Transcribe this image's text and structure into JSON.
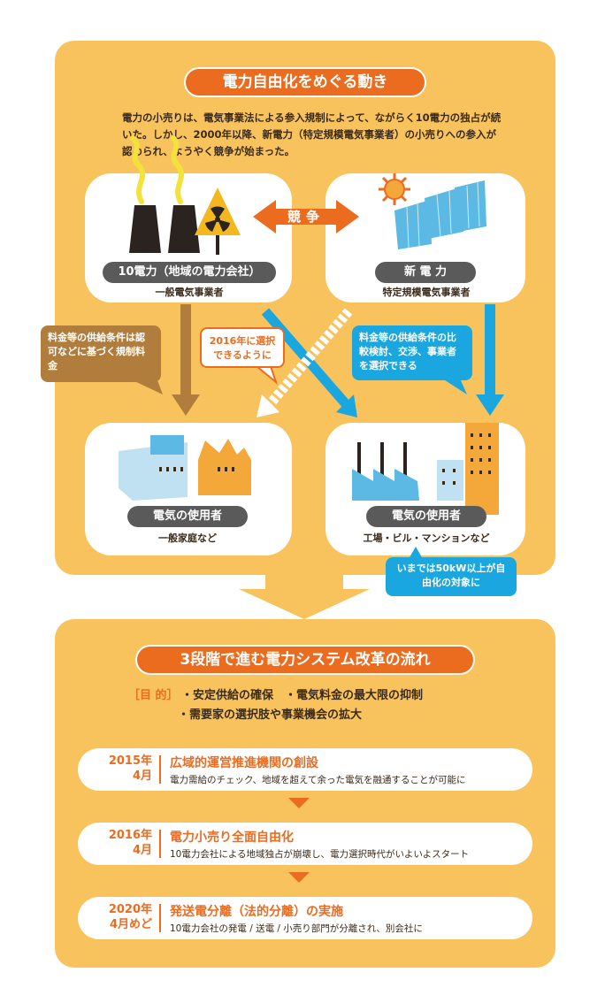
{
  "top": {
    "title": "電力自由化をめぐる動き",
    "intro": "電力の小売りは、電気事業法による参入規制によって、ながらく10電力の独占が続いた。しかし、2000年以降、新電力（特定規模電気事業者）の小売りへの参入が認められ、ようやく競争が始まった。",
    "utility": {
      "label": "10電力（地域の電力会社）",
      "sub": "一般電気事業者"
    },
    "new_power": {
      "label": "新 電 力",
      "sub": "特定規模電気事業者"
    },
    "compete": "競争",
    "home": {
      "label": "電気の使用者",
      "sub": "一般家庭など"
    },
    "industry": {
      "label": "電気の使用者",
      "sub": "工場・ビル・マンションなど"
    },
    "bubble_regulated": "料金等の供給条件は認可などに基づく規制料金",
    "bubble_2016": "2016年に選択できるように",
    "bubble_compare": "料金等の供給条件の比較検討、交渉、事業者を選択できる",
    "bubble_50kw": "いまでは50kW以上が自由化の対象に"
  },
  "bottom": {
    "title": "3段階で進む電力システム改革の流れ",
    "purpose_tag": "［目 的］",
    "purpose_1": "・安定供給の確保　・電気料金の最大限の抑制",
    "purpose_2": "・需要家の選択肢や事業機会の拡大",
    "steps": [
      {
        "year": "2015年",
        "month": "4月",
        "title": "広域的運営推進機関の創設",
        "desc": "電力需給のチェック、地域を超えて余った電気を融通することが可能に"
      },
      {
        "year": "2016年",
        "month": "4月",
        "title": "電力小売り全面自由化",
        "desc": "10電力会社による地域独占が崩壊し、電力選択時代がいよいよスタート"
      },
      {
        "year": "2020年",
        "month": "4月めど",
        "title": "発送電分離（法的分離）の実施",
        "desc": "10電力会社の発電 / 送電 / 小売り部門が分離され、別会社に"
      }
    ]
  },
  "colors": {
    "panel": "#f8c35d",
    "orange": "#ec6c1f",
    "blue": "#1aa6df",
    "brown": "#b07d3c",
    "dark": "#5a5a5a"
  }
}
